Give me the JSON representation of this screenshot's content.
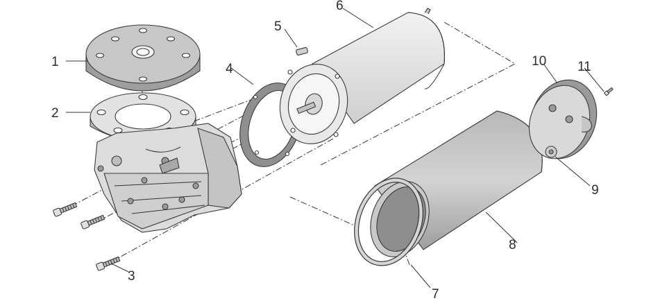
{
  "callouts": [
    {
      "id": "1",
      "text": "1"
    },
    {
      "id": "2",
      "text": "2"
    },
    {
      "id": "3",
      "text": "3"
    },
    {
      "id": "4",
      "text": "4"
    },
    {
      "id": "5",
      "text": "5"
    },
    {
      "id": "6",
      "text": "6"
    },
    {
      "id": "7",
      "text": "7"
    },
    {
      "id": "8",
      "text": "8"
    },
    {
      "id": "9",
      "text": "9"
    },
    {
      "id": "10",
      "text": "10"
    },
    {
      "id": "11",
      "text": "11"
    }
  ],
  "colors": {
    "part_light": "#e4e4e4",
    "part_mid": "#c9c9c9",
    "part_dark": "#9a9a9a",
    "outline": "#3a3a3a",
    "label": "#2b2b2b"
  }
}
